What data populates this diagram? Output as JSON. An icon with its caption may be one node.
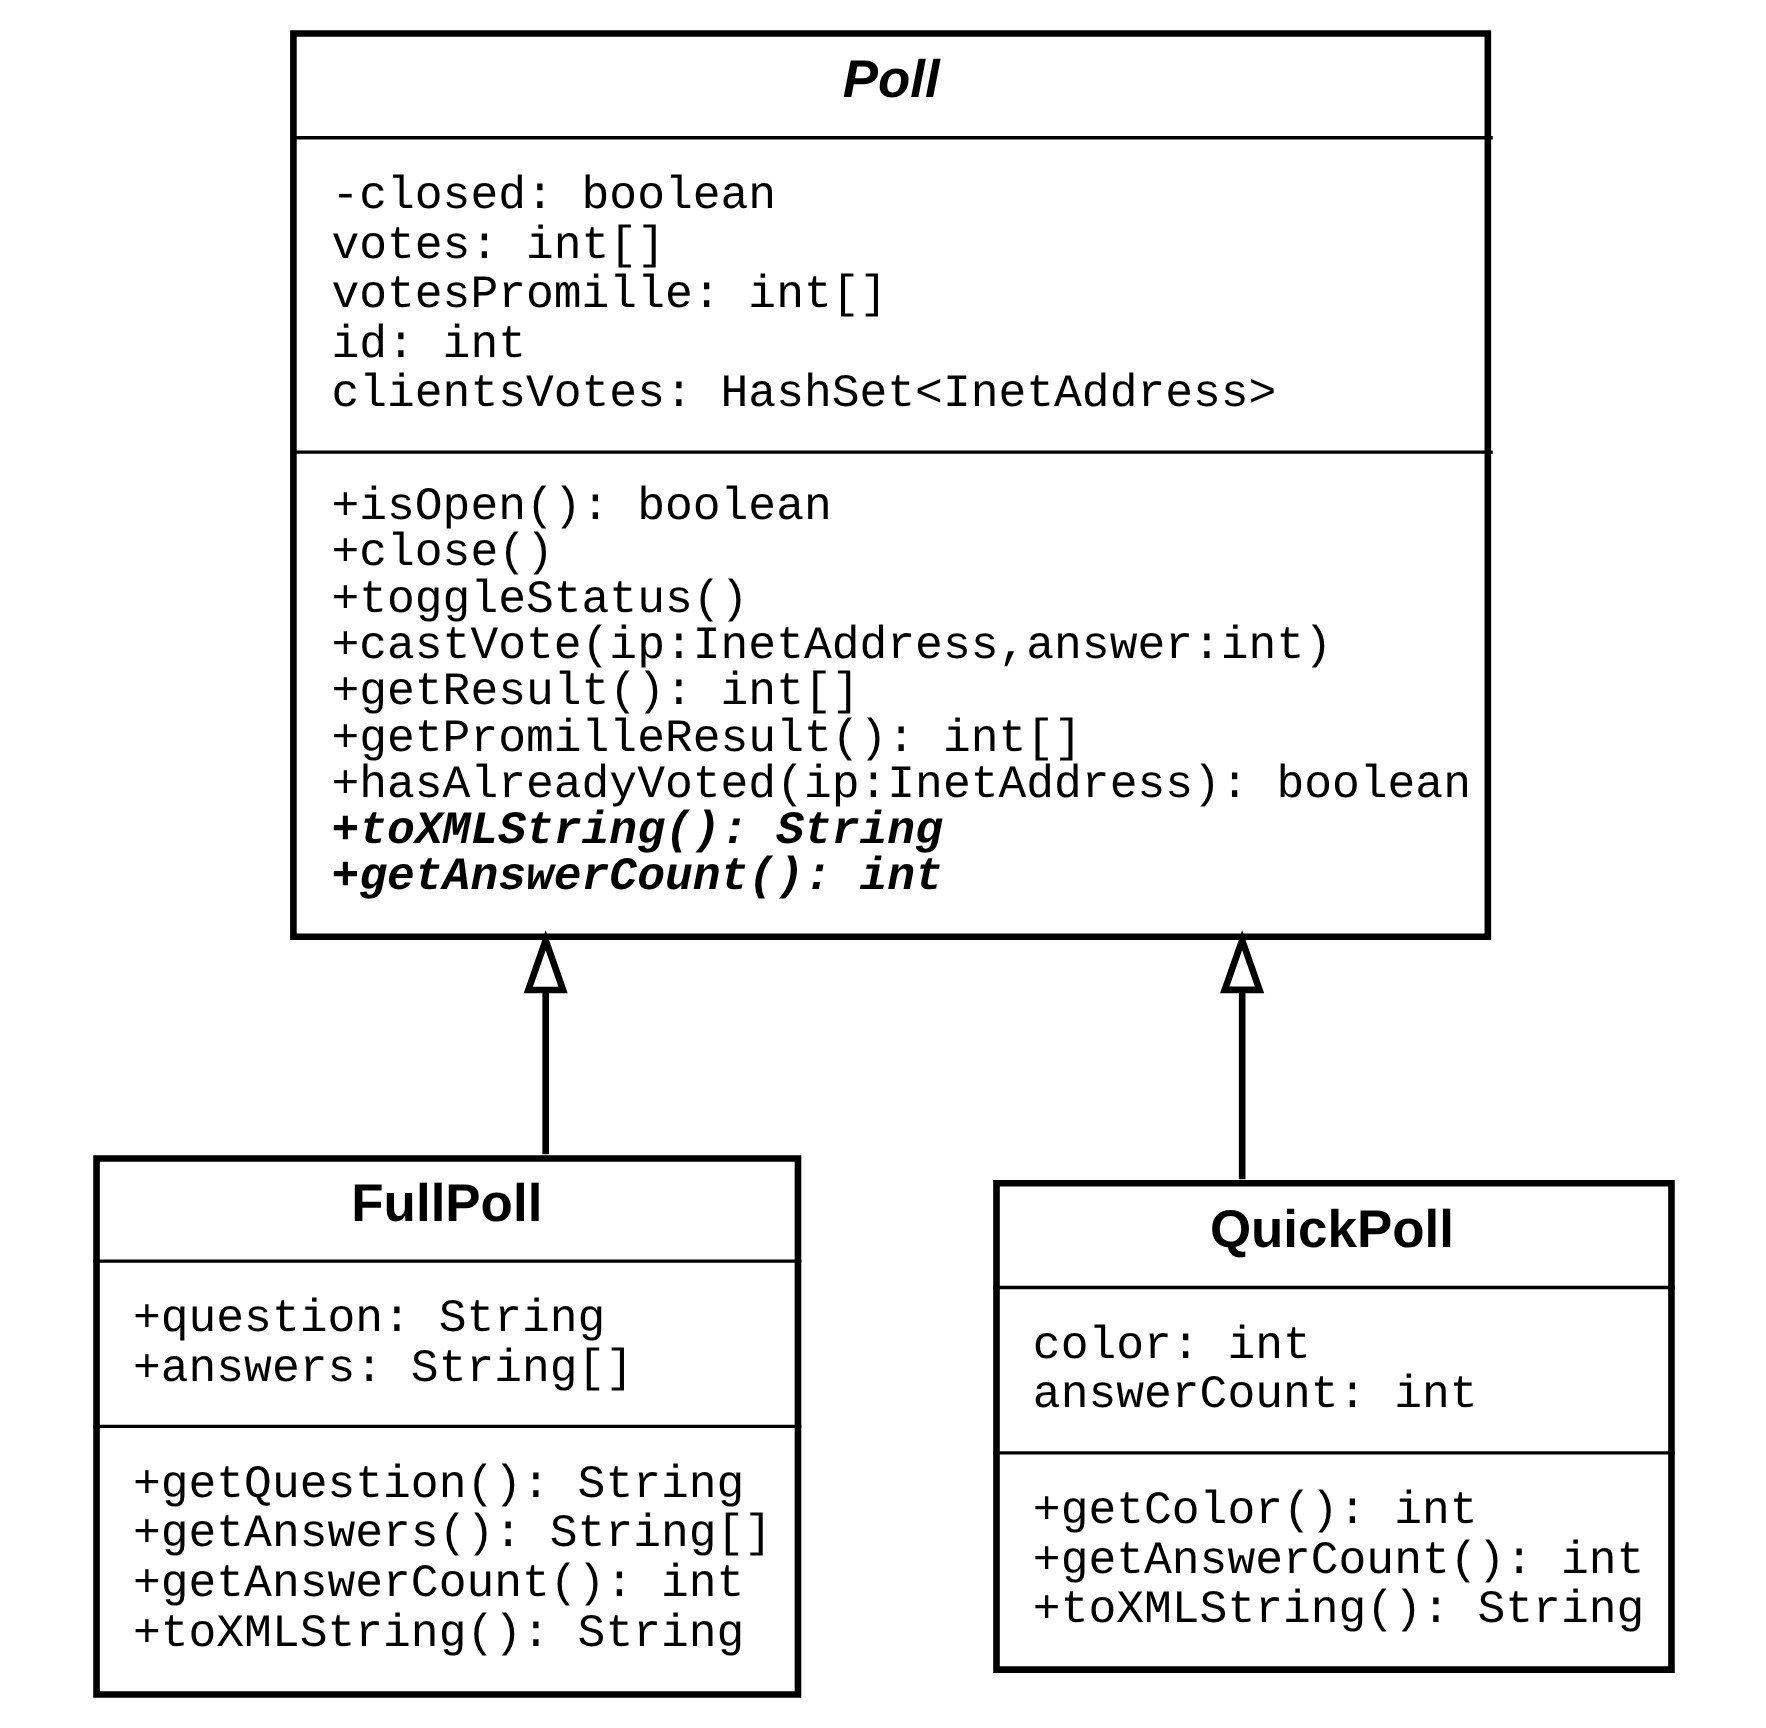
{
  "diagram": {
    "nodes": [
      {
        "text": [
          "Poll",
          "-closed: boolean",
          "votes: int[]",
          "votesPromille: int[]",
          "id: int",
          "clientsVotes: HashSet<InetAddress>",
          "+isOpen(): boolean",
          "+close()",
          "+toggleStatus()",
          "+castVote(ip:InetAddress,answer:int)",
          "+getResult(): int[]",
          "+getPromilleResult(): int[]",
          "+hasAlreadyVoted(ip:InetAddress): boolean",
          "+toXMLString(): String",
          "+getAnswerCount(): int"
        ]
      },
      {
        "text": [
          "FullPoll",
          "+question: String",
          "+answers: String[]",
          "+getQuestion(): String",
          "+getAnswers(): String[]",
          "+getAnswerCount(): int",
          "+toXMLString(): String"
        ]
      },
      {
        "text": [
          "QuickPoll",
          "color: int",
          "answerCount: int",
          "+getColor(): int",
          "+getAnswerCount(): int",
          "+toXMLString(): String"
        ]
      }
    ],
    "edges": [
      {
        "from": 1,
        "to": 0,
        "arrow": "to"
      },
      {
        "from": 2,
        "to": 0,
        "arrow": "to"
      }
    ]
  }
}
